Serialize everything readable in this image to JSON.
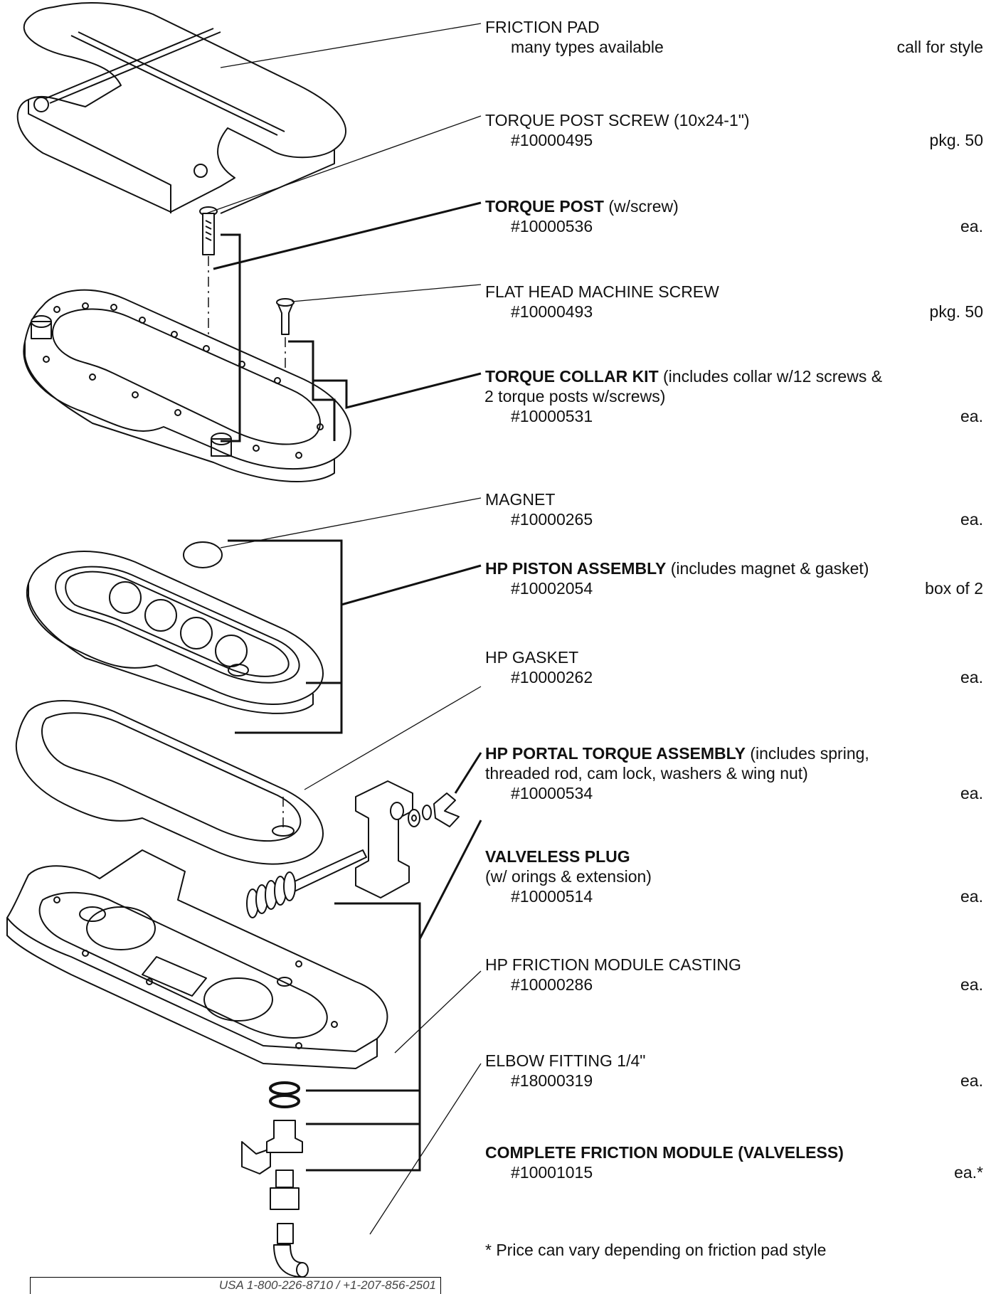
{
  "parts": [
    {
      "name": "FRICTION PAD",
      "suffix": "",
      "desc": "many types available",
      "number": "",
      "unit": "call for style",
      "bold": false
    },
    {
      "name": "TORQUE POST SCREW (10x24-1\")",
      "suffix": "",
      "desc": "",
      "number": "#10000495",
      "unit": "pkg. 50",
      "bold": false
    },
    {
      "name": "TORQUE POST",
      "suffix": " (w/screw)",
      "desc": "",
      "number": "#10000536",
      "unit": "ea.",
      "bold": true
    },
    {
      "name": "FLAT HEAD MACHINE SCREW",
      "suffix": "",
      "desc": "",
      "number": "#10000493",
      "unit": "pkg. 50",
      "bold": false
    },
    {
      "name": "TORQUE COLLAR KIT",
      "suffix": " (includes collar w/12 screws &",
      "desc": "2 torque posts w/screws)",
      "number": "#10000531",
      "unit": "ea.",
      "bold": true
    },
    {
      "name": "MAGNET",
      "suffix": "",
      "desc": "",
      "number": "#10000265",
      "unit": "ea.",
      "bold": false
    },
    {
      "name": "HP PISTON ASSEMBLY",
      "suffix": " (includes magnet & gasket)",
      "desc": "",
      "number": "#10002054",
      "unit": "box of 2",
      "bold": true
    },
    {
      "name": "HP GASKET",
      "suffix": "",
      "desc": "",
      "number": "#10000262",
      "unit": "ea.",
      "bold": false
    },
    {
      "name": "HP PORTAL TORQUE ASSEMBLY",
      "suffix": " (includes spring,",
      "desc": "threaded rod, cam lock, washers & wing nut)",
      "number": "#10000534",
      "unit": "ea.",
      "bold": true
    },
    {
      "name": "VALVELESS PLUG",
      "suffix": "",
      "desc": "(w/ orings & extension)",
      "number": "#10000514",
      "unit": "ea.",
      "bold": true
    },
    {
      "name": "HP FRICTION MODULE CASTING",
      "suffix": "",
      "desc": "",
      "number": "#10000286",
      "unit": "ea.",
      "bold": false
    },
    {
      "name": "ELBOW FITTING 1/4\"",
      "suffix": "",
      "desc": "",
      "number": "#18000319",
      "unit": "ea.",
      "bold": false
    },
    {
      "name": "COMPLETE FRICTION MODULE (VALVELESS)",
      "suffix": "",
      "desc": "",
      "number": "#10001015",
      "unit": "ea.*",
      "bold": true
    }
  ],
  "footnote": "* Price can vary depending on friction pad style",
  "contact": "USA 1-800-226-8710 / +1-207-856-2501"
}
